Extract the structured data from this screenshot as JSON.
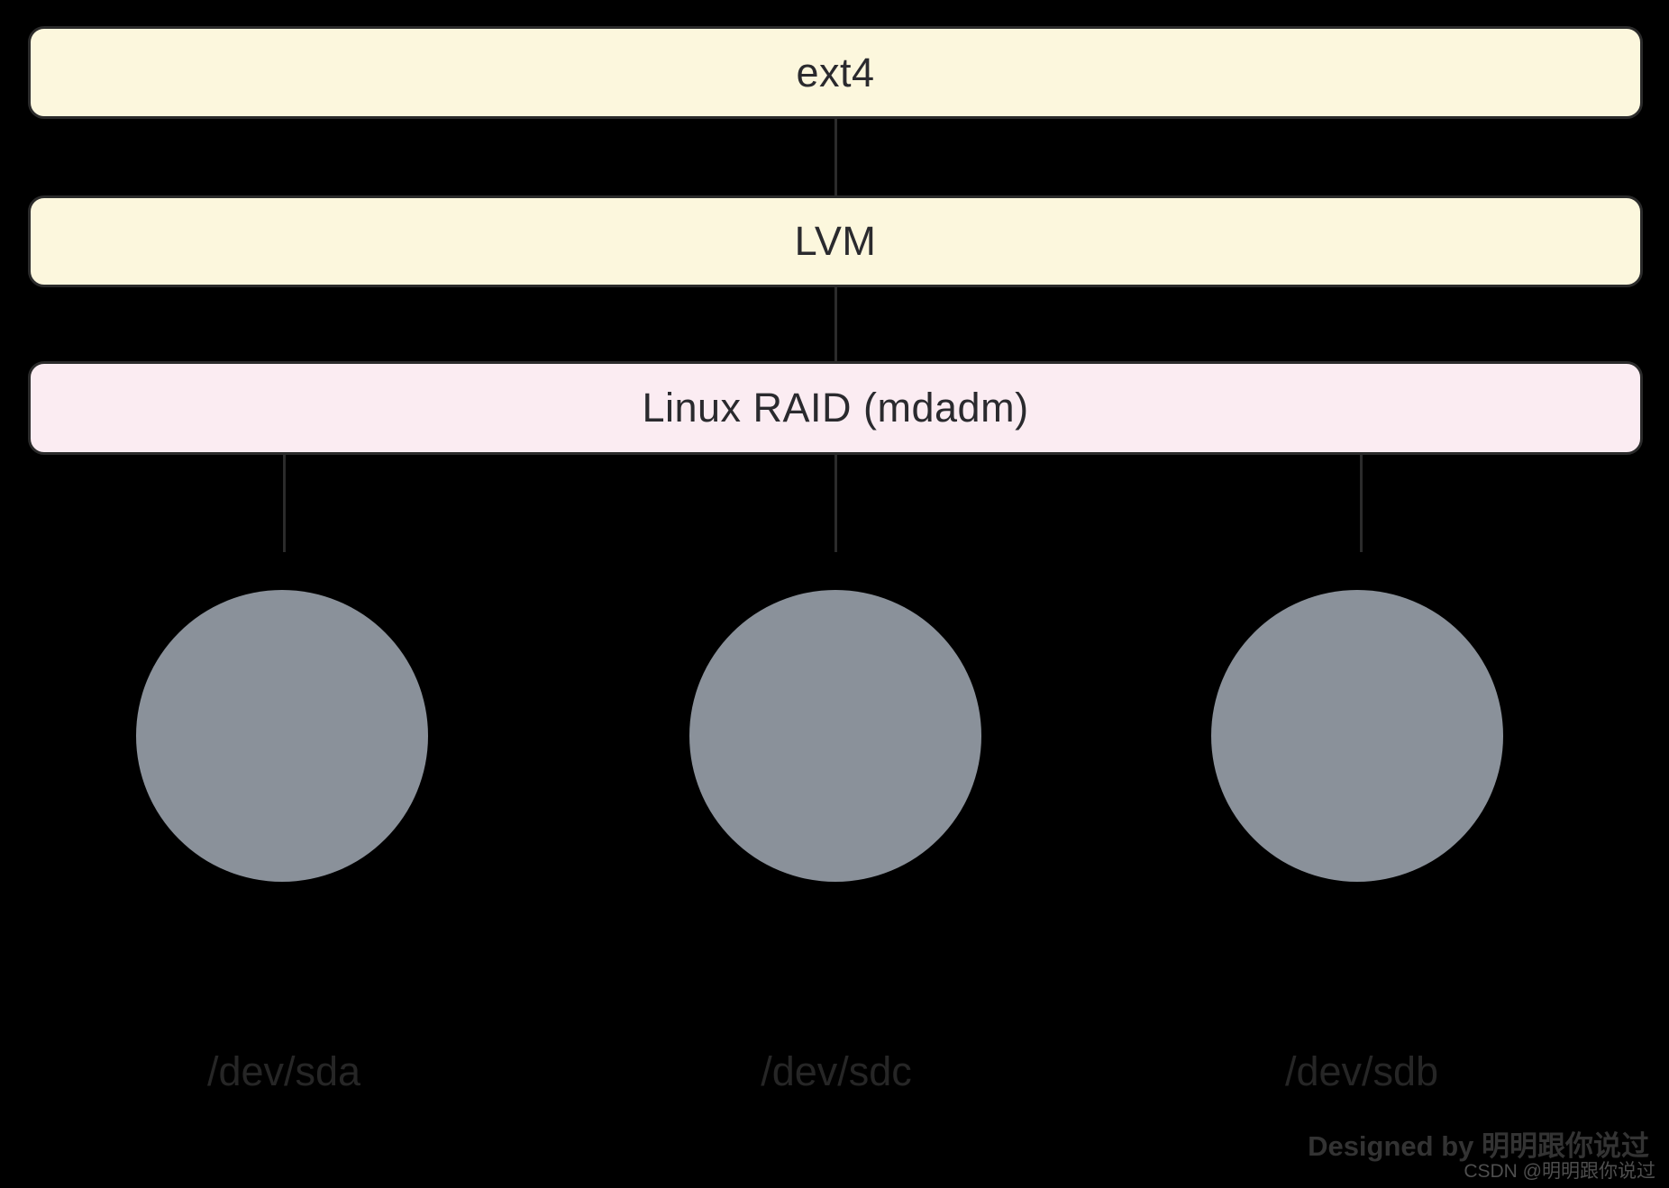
{
  "diagram": {
    "title_hint": "Linux storage stack: filesystem on LVM on software RAID over three physical disks",
    "background_color": "#000000",
    "node_border_color": "#2b2b2b",
    "connector_color": "#2b2b2b",
    "node_text_color": "#2a2a2e",
    "layers": [
      {
        "id": "ext4",
        "label": "ext4",
        "fill": "#fcf7dd"
      },
      {
        "id": "lvm",
        "label": "LVM",
        "fill": "#fcf7dd"
      },
      {
        "id": "raid",
        "label": "Linux RAID (mdadm)",
        "fill": "#fbecf2"
      }
    ],
    "disks": [
      {
        "id": "disk-1",
        "label": "/dev/sda",
        "fill": "#8a919a"
      },
      {
        "id": "disk-2",
        "label": "/dev/sdc",
        "fill": "#8a919a"
      },
      {
        "id": "disk-3",
        "label": "/dev/sdb",
        "fill": "#8a919a"
      }
    ],
    "disk_label_color": "#262626"
  },
  "watermark": {
    "line1": "Designed by 明明跟你说过",
    "line2": "CSDN @明明跟你说过"
  }
}
